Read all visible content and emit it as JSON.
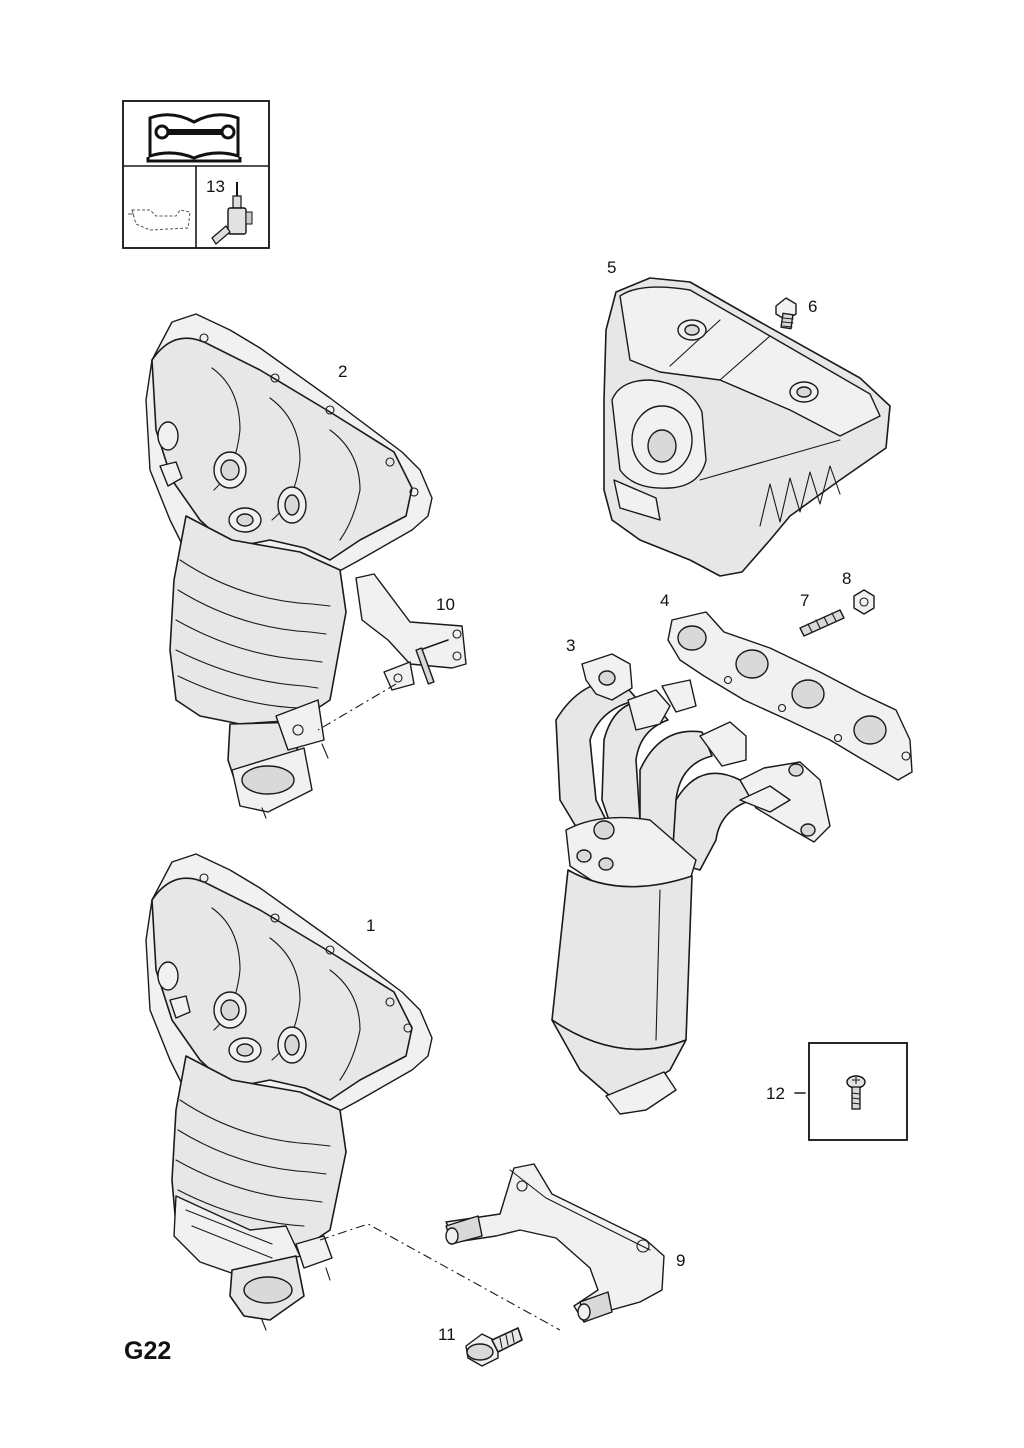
{
  "page_code": "G22",
  "legend_box": {
    "top_icon": "manual-wrench-icon",
    "part_number": "13",
    "left_icon": "outline-sketch-icon",
    "right_icon": "sensor-connector-icon"
  },
  "callouts": {
    "c1": "1",
    "c2": "2",
    "c3": "3",
    "c4": "4",
    "c5": "5",
    "c6": "6",
    "c7": "7",
    "c8": "8",
    "c9": "9",
    "c10": "10",
    "c11": "11",
    "c12": "12"
  },
  "parts": [
    {
      "number": "1",
      "part": "catalytic-converter-manifold"
    },
    {
      "number": "2",
      "part": "catalytic-converter-manifold"
    },
    {
      "number": "3",
      "part": "exhaust-manifold-with-converter"
    },
    {
      "number": "4",
      "part": "manifold-gasket"
    },
    {
      "number": "5",
      "part": "heat-shield"
    },
    {
      "number": "6",
      "part": "bolt"
    },
    {
      "number": "7",
      "part": "stud"
    },
    {
      "number": "8",
      "part": "nut"
    },
    {
      "number": "9",
      "part": "bracket"
    },
    {
      "number": "10",
      "part": "bracket-with-bolt"
    },
    {
      "number": "11",
      "part": "flange-bolt"
    },
    {
      "number": "12",
      "part": "screw"
    }
  ]
}
